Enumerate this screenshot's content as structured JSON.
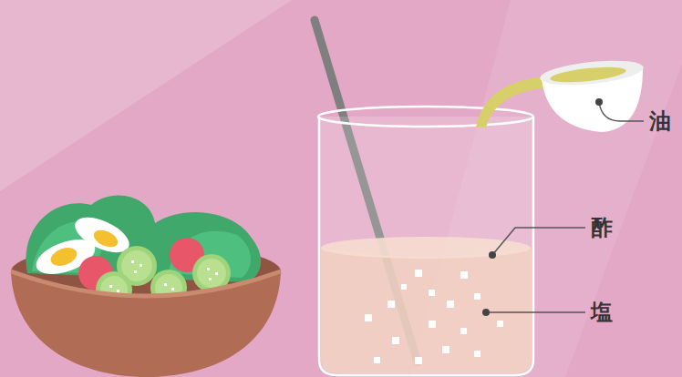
{
  "diagram": {
    "labels": [
      "油",
      "酢",
      "塩"
    ]
  }
}
